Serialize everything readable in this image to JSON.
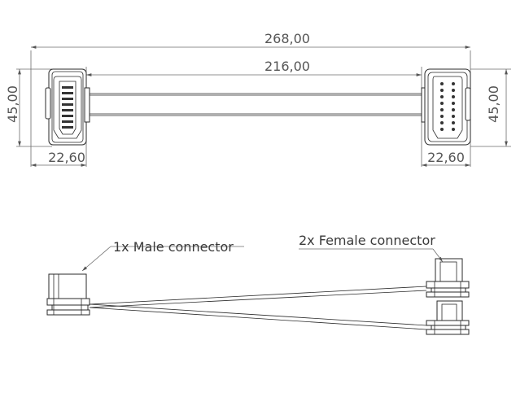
{
  "dimensions": {
    "overall_length": "268,00",
    "cable_length": "216,00",
    "height_left": "45,00",
    "height_right": "45,00",
    "connector_width_left": "22,60",
    "connector_width_right": "22,60"
  },
  "callouts": {
    "male": "1x Male connector",
    "female": "2x Female connector"
  }
}
